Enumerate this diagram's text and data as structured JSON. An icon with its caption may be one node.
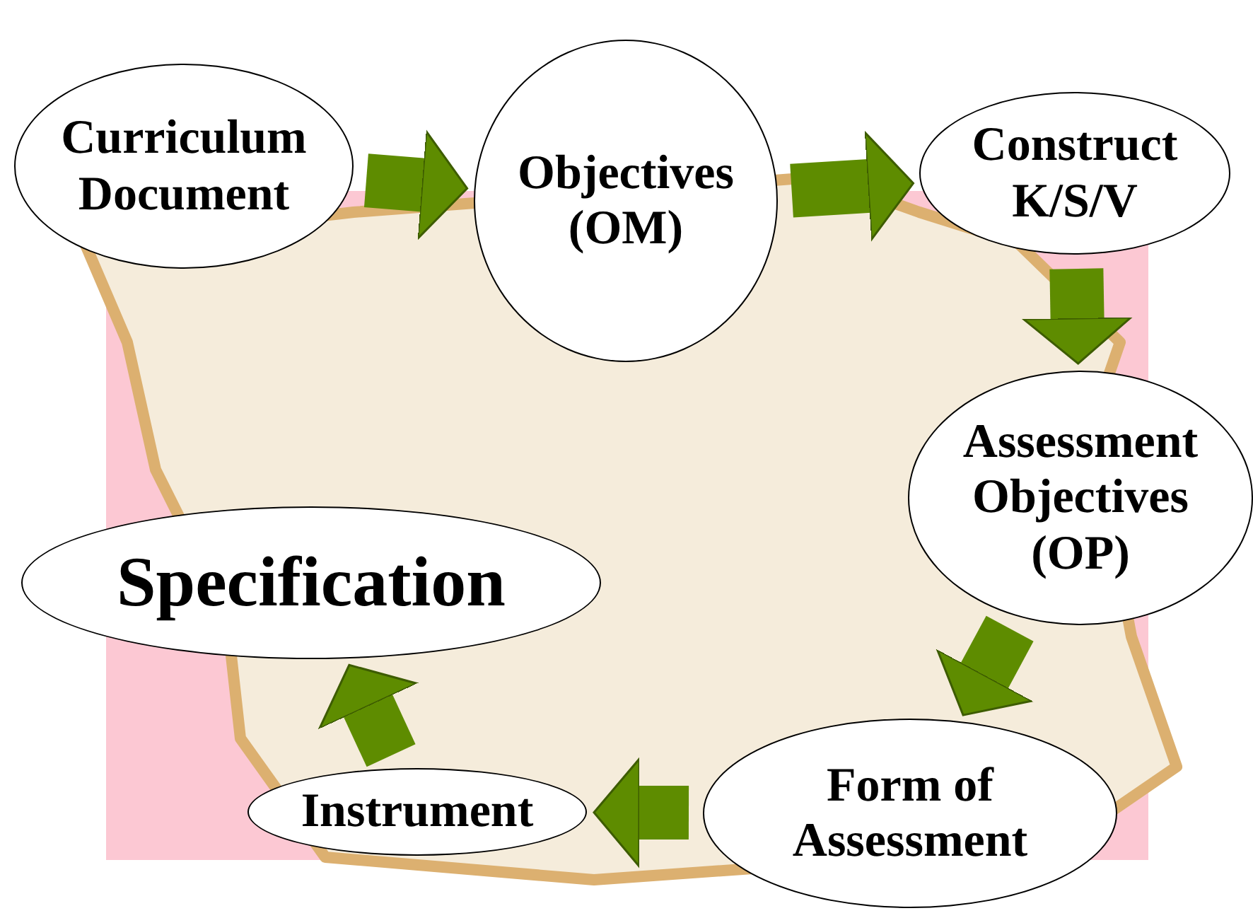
{
  "diagram": {
    "nodes": [
      {
        "text": [
          "Curriculum Document"
        ]
      },
      {
        "text": [
          "Objectives (OM)"
        ]
      },
      {
        "text": [
          "Construct K/S/V"
        ]
      },
      {
        "text": [
          "Assessment Objectives (OP)"
        ]
      },
      {
        "text": [
          "Form of Assessment"
        ]
      },
      {
        "text": [
          "Instrument"
        ]
      },
      {
        "text": [
          "Specification"
        ]
      }
    ],
    "edges": [
      {
        "from": 0,
        "to": 1,
        "arrow": "to"
      },
      {
        "from": 1,
        "to": 2,
        "arrow": "to"
      },
      {
        "from": 2,
        "to": 3,
        "arrow": "to"
      },
      {
        "from": 3,
        "to": 4,
        "arrow": "to"
      },
      {
        "from": 4,
        "to": 5,
        "arrow": "to"
      },
      {
        "from": 5,
        "to": 6,
        "arrow": "to"
      }
    ]
  }
}
